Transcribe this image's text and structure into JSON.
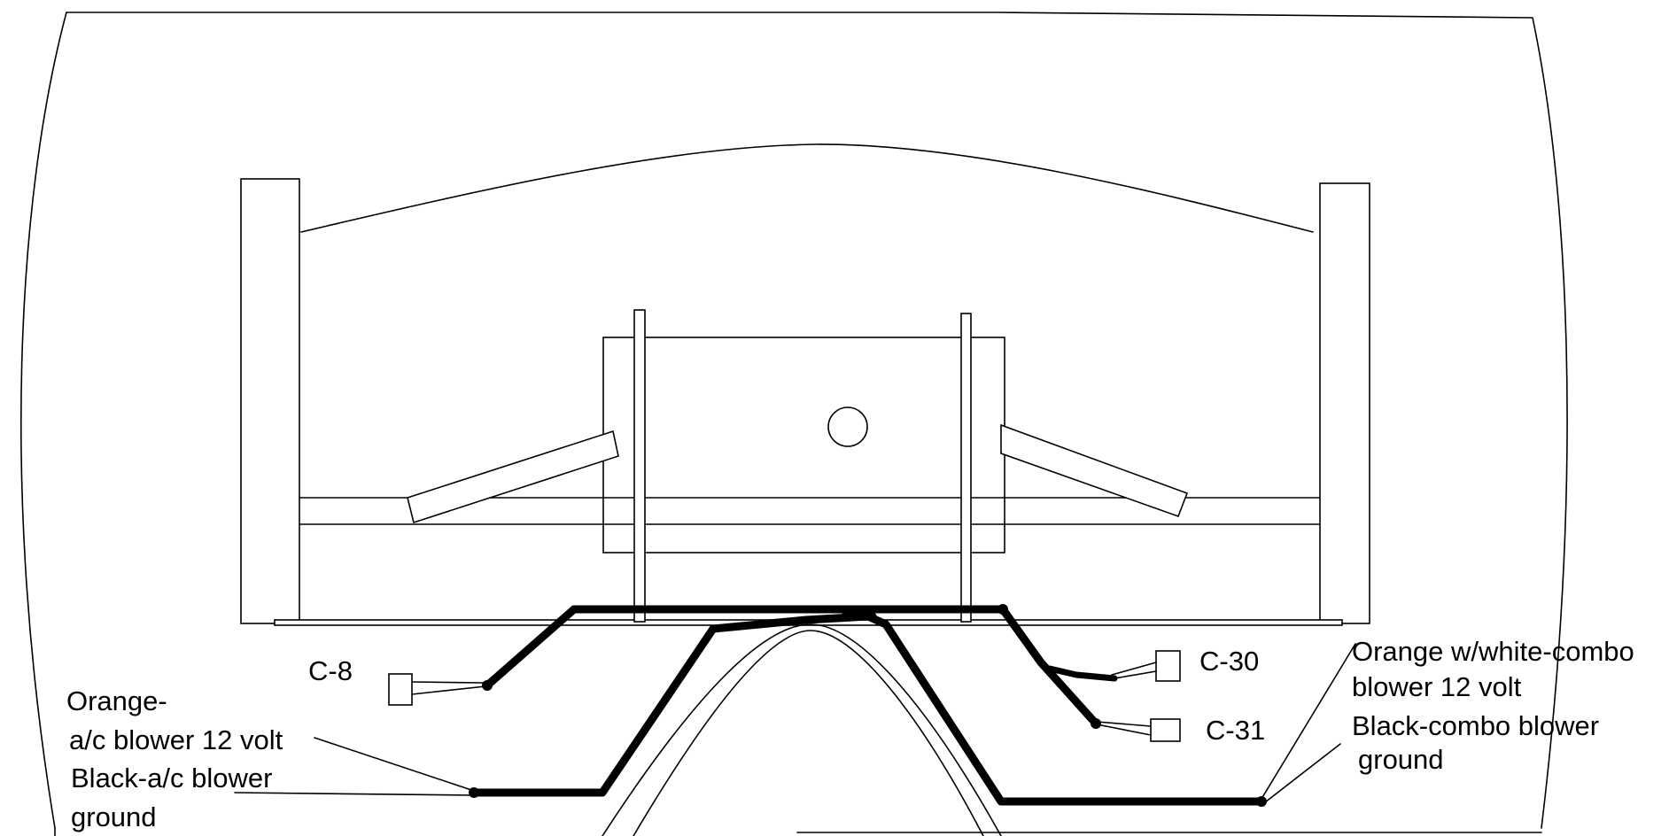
{
  "labels": {
    "c8": "C-8",
    "c30": "C-30",
    "c31": "C-31",
    "orange_ac_1": "Orange-",
    "orange_ac_2": "a/c blower 12 volt",
    "black_ac_1": "Black-a/c blower",
    "black_ac_2": "ground",
    "orange_combo_1": "Orange w/white-combo",
    "orange_combo_2": "blower 12 volt",
    "black_combo_1": "Black-combo blower",
    "black_combo_2": "ground"
  }
}
